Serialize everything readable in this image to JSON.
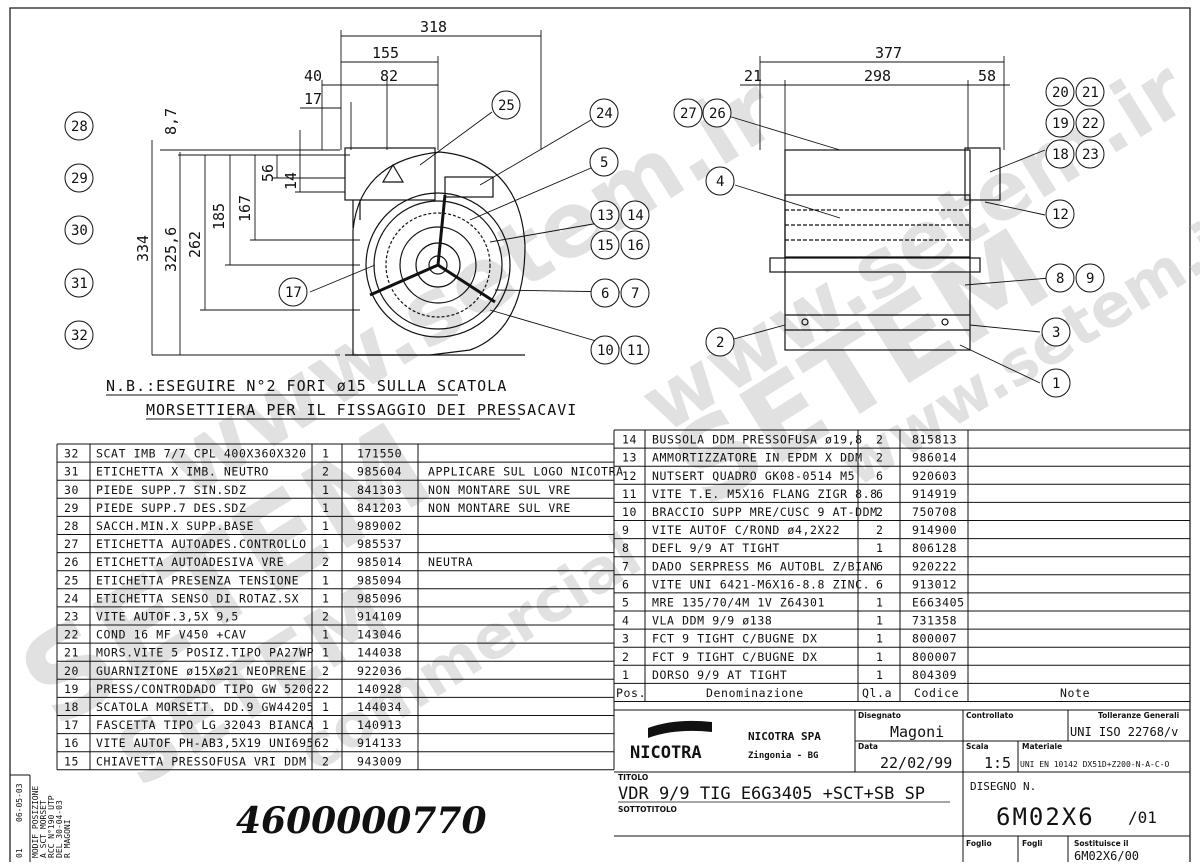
{
  "dimensions": {
    "front": [
      "318",
      "155",
      "82",
      "40",
      "17",
      "8,7",
      "56",
      "14",
      "185",
      "167",
      "262",
      "325,6",
      "334"
    ],
    "side": [
      "377",
      "21",
      "298",
      "58"
    ]
  },
  "balloons": {
    "front_left": [
      "28",
      "29",
      "30",
      "31",
      "32"
    ],
    "front_top": [
      "25",
      "24"
    ],
    "front_right": [
      "5",
      "13",
      "14",
      "15",
      "16",
      "6",
      "7",
      "10",
      "11",
      "17"
    ],
    "side": [
      "27",
      "26",
      "20",
      "21",
      "19",
      "22",
      "18",
      "23",
      "4",
      "12",
      "8",
      "9",
      "2",
      "3",
      "1"
    ]
  },
  "note": {
    "line1": "N.B.:ESEGUIRE N°2 FORI ø15 SULLA SCATOLA",
    "line2": "MORSETTIERA PER IL FISSAGGIO DEI PRESSACAVI"
  },
  "bom_left": [
    {
      "pos": "32",
      "name": "SCAT IMB 7/7 CPL 400X360X320",
      "qty": "1",
      "code": "171550",
      "note": ""
    },
    {
      "pos": "31",
      "name": "ETICHETTA X IMB. NEUTRO",
      "qty": "2",
      "code": "985604",
      "note": "APPLICARE SUL LOGO NICOTRA"
    },
    {
      "pos": "30",
      "name": "PIEDE SUPP.7 SIN.SDZ",
      "qty": "1",
      "code": "841303",
      "note": "NON MONTARE SUL VRE"
    },
    {
      "pos": "29",
      "name": "PIEDE SUPP.7 DES.SDZ",
      "qty": "1",
      "code": "841203",
      "note": "NON MONTARE SUL VRE"
    },
    {
      "pos": "28",
      "name": "SACCH.MIN.X SUPP.BASE",
      "qty": "1",
      "code": "989002",
      "note": ""
    },
    {
      "pos": "27",
      "name": "ETICHETTA AUTOADES.CONTROLLO",
      "qty": "1",
      "code": "985537",
      "note": ""
    },
    {
      "pos": "26",
      "name": "ETICHETTA AUTOADESIVA VRE",
      "qty": "2",
      "code": "985014",
      "note": "NEUTRA"
    },
    {
      "pos": "25",
      "name": "ETICHETTA PRESENZA TENSIONE",
      "qty": "1",
      "code": "985094",
      "note": ""
    },
    {
      "pos": "24",
      "name": "ETICHETTA SENSO DI ROTAZ.SX",
      "qty": "1",
      "code": "985096",
      "note": ""
    },
    {
      "pos": "23",
      "name": "VITE AUTOF.3,5X 9,5",
      "qty": "2",
      "code": "914109",
      "note": ""
    },
    {
      "pos": "22",
      "name": "COND 16   MF V450 +CAV",
      "qty": "1",
      "code": "143046",
      "note": ""
    },
    {
      "pos": "21",
      "name": "MORS.VITE 5 POSIZ.TIPO PA27WP",
      "qty": "1",
      "code": "144038",
      "note": ""
    },
    {
      "pos": "20",
      "name": "GUARNIZIONE ø15Xø21 NEOPRENE",
      "qty": "2",
      "code": "922036",
      "note": ""
    },
    {
      "pos": "19",
      "name": "PRESS/CONTRODADO TIPO GW 52002",
      "qty": "2",
      "code": "140928",
      "note": ""
    },
    {
      "pos": "18",
      "name": "SCATOLA MORSETT. DD.9  GW44205",
      "qty": "1",
      "code": "144034",
      "note": ""
    },
    {
      "pos": "17",
      "name": "FASCETTA TIPO LG 32043 BIANCA",
      "qty": "1",
      "code": "140913",
      "note": ""
    },
    {
      "pos": "16",
      "name": "VITE AUTOF PH-AB3,5X19 UNI6956",
      "qty": "2",
      "code": "914133",
      "note": ""
    },
    {
      "pos": "15",
      "name": "CHIAVETTA PRESSOFUSA VRI DDM",
      "qty": "2",
      "code": "943009",
      "note": ""
    }
  ],
  "bom_right": [
    {
      "pos": "14",
      "name": "BUSSOLA DDM PRESSOFUSA ø19,8",
      "qty": "2",
      "code": "815813"
    },
    {
      "pos": "13",
      "name": "AMMORTIZZATORE IN EPDM X DDM",
      "qty": "2",
      "code": "986014"
    },
    {
      "pos": "12",
      "name": "NUTSERT QUADRO GK08-0514 M5",
      "qty": "6",
      "code": "920603"
    },
    {
      "pos": "11",
      "name": "VITE T.E. M5X16 FLANG ZIGR 8.8",
      "qty": "6",
      "code": "914919"
    },
    {
      "pos": "10",
      "name": "BRACCIO SUPP MRE/CUSC 9 AT-DDM",
      "qty": "2",
      "code": "750708"
    },
    {
      "pos": "9",
      "name": "VITE AUTOF C/ROND ø4,2X22",
      "qty": "2",
      "code": "914900"
    },
    {
      "pos": "8",
      "name": "DEFL 9/9 AT TIGHT",
      "qty": "1",
      "code": "806128"
    },
    {
      "pos": "7",
      "name": "DADO SERPRESS M6 AUTOBL Z/BIAN",
      "qty": "6",
      "code": "920222"
    },
    {
      "pos": "6",
      "name": "VITE UNI 6421-M6X16-8.8 ZINC.",
      "qty": "6",
      "code": "913012"
    },
    {
      "pos": "5",
      "name": "MRE 135/70/4M 1V Z64301",
      "qty": "1",
      "code": "E663405"
    },
    {
      "pos": "4",
      "name": "VLA DDM 9/9 ø138",
      "qty": "1",
      "code": "731358"
    },
    {
      "pos": "3",
      "name": "FCT 9 TIGHT C/BUGNE DX",
      "qty": "1",
      "code": "800007"
    },
    {
      "pos": "2",
      "name": "FCT 9 TIGHT C/BUGNE DX",
      "qty": "1",
      "code": "800007"
    },
    {
      "pos": "1",
      "name": "DORSO  9/9  AT   TIGHT",
      "qty": "1",
      "code": "804309"
    }
  ],
  "bom_header": {
    "pos": "Pos.",
    "name": "Denominazione",
    "qty": "Ql.a",
    "code": "Codice",
    "note": "Note"
  },
  "title_block": {
    "logo_text": "NICOTRA",
    "company": "NICOTRA SPA",
    "location": "Zingonia - BG",
    "designer_label": "Disegnato",
    "designer": "Magoni",
    "checked_label": "Controllato",
    "tolerance_label": "Tolleranze Generali",
    "tolerance": "UNI ISO 22768/v",
    "date_label": "Data",
    "date": "22/02/99",
    "scale_label": "Scala",
    "scale": "1:5",
    "material_label": "Materiale",
    "material": "UNI EN 10142 DX51D+Z200-N-A-C-O",
    "title_label": "TITOLO",
    "title": "VDR 9/9 TIG E6G3405 +SCT+SB SP",
    "subtitle_label": "SOTTOTITOLO",
    "drawing_label": "DISEGNO N.",
    "drawing_number": "6M02X6",
    "revision": "/01",
    "sheet_label": "Foglio",
    "sheets_label": "Fogli",
    "replaces_label": "Sostituisce il",
    "replaces": "6M02X6/00"
  },
  "revision_block": {
    "rev": "01",
    "date": "06-05-03",
    "lines": [
      "MODIF POSIZIONE",
      "A SCT MORSET",
      "RCC N°190 UTP",
      "DEL 30-04-03",
      "R MAGONI"
    ]
  },
  "document_number": "4600000770",
  "watermarks": [
    "www.setem.ir",
    "SETEM",
    "www.setem.ir",
    "SETEM",
    "www.setem.ir",
    "SETEM",
    "commercial"
  ]
}
